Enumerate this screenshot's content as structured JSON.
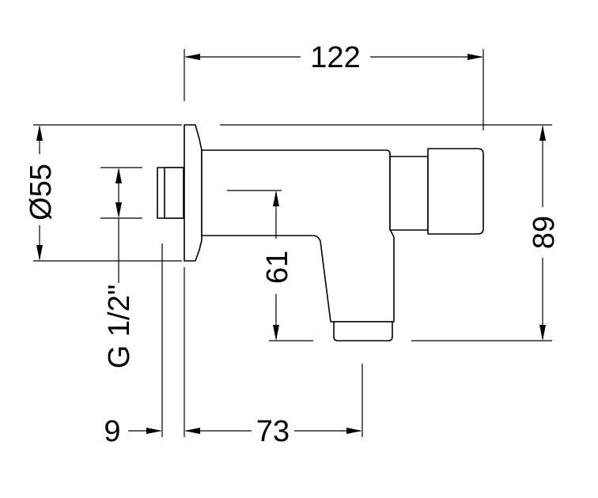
{
  "dimensions": {
    "overall_length": "122",
    "flange_diameter": "Ø55",
    "thread": "G 1/2\"",
    "overall_height": "89",
    "outlet_height": "61",
    "thread_length": "9",
    "outlet_offset": "73"
  }
}
